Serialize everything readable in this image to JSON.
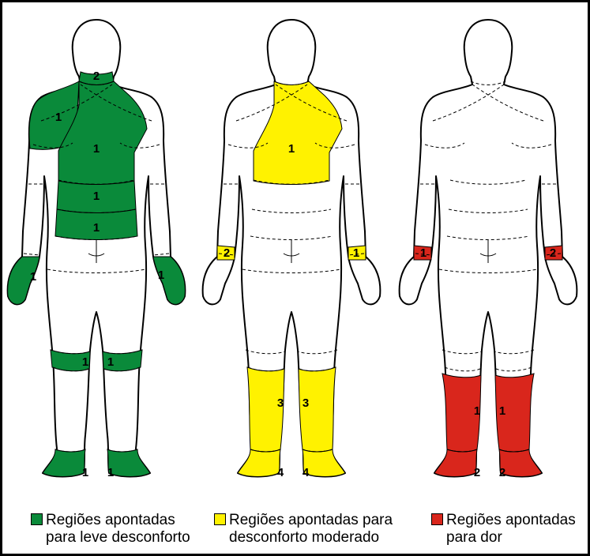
{
  "colors": {
    "leve": "#0a8a3a",
    "moderado": "#fff200",
    "dor": "#d9261c",
    "outline": "#000000",
    "skin": "#ffffff"
  },
  "figures": [
    {
      "severity": "leve",
      "labels": {
        "neck": "2",
        "shoulder_left": "1",
        "upper_back": "1",
        "mid_back": "1",
        "lower_back": "1",
        "hand_left": "1",
        "hand_right": "1",
        "knee_left": "1",
        "knee_right": "1",
        "foot_left": "1",
        "foot_right": "1"
      }
    },
    {
      "severity": "moderado",
      "labels": {
        "upper_back": "1",
        "wrist_left": "2",
        "wrist_right": "1",
        "leg_left": "3",
        "leg_right": "3",
        "foot_left": "4",
        "foot_right": "4"
      }
    },
    {
      "severity": "dor",
      "labels": {
        "wrist_left": "1",
        "wrist_right": "2",
        "leg_left": "1",
        "leg_right": "1",
        "foot_left": "2",
        "foot_right": "2"
      }
    }
  ],
  "legend": [
    {
      "line1": "Regiões apontadas",
      "line2": "para leve desconforto",
      "color": "#0a8a3a"
    },
    {
      "line1": "Regiões apontadas para",
      "line2": "desconforto moderado",
      "color": "#fff200"
    },
    {
      "line1": "Regiões apontadas",
      "line2": "para dor",
      "color": "#d9261c"
    }
  ]
}
